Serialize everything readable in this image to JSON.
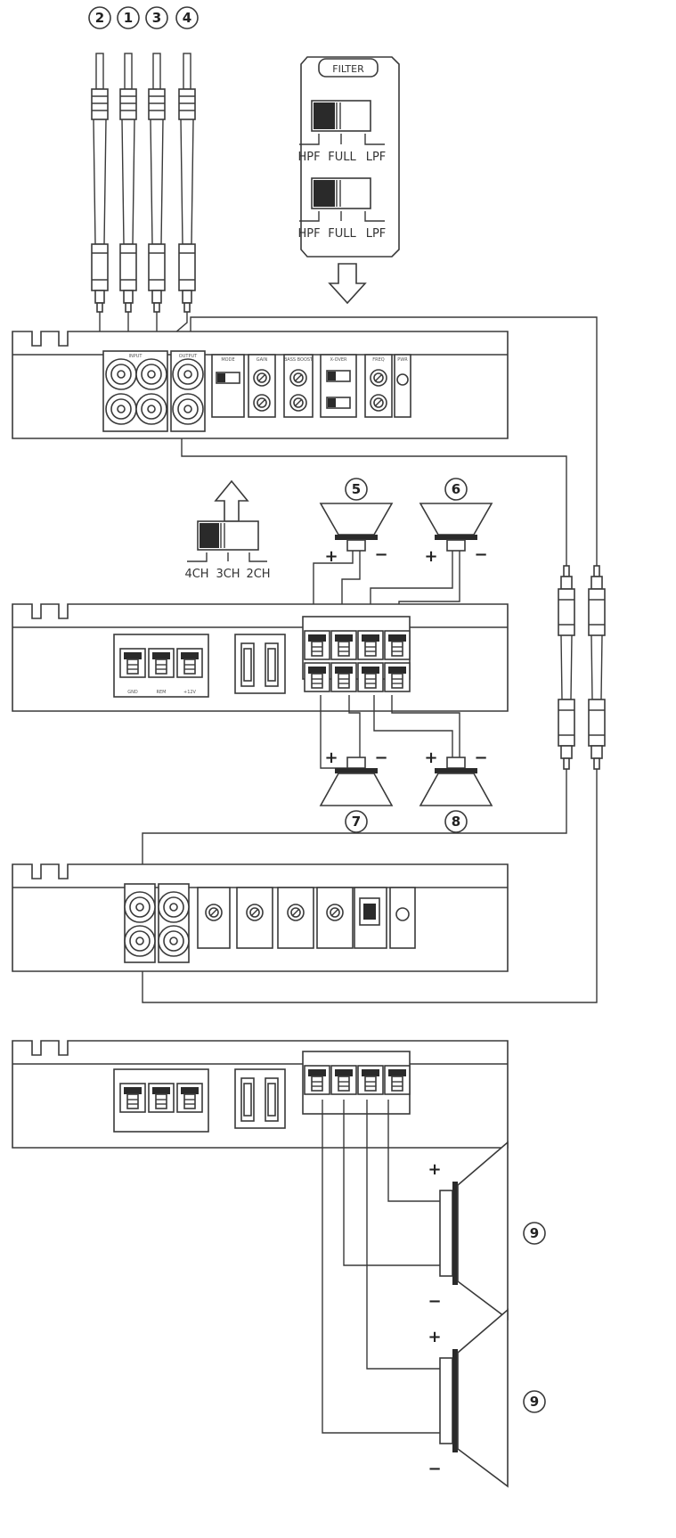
{
  "callouts": [
    "2",
    "1",
    "3",
    "4",
    "5",
    "6",
    "7",
    "8",
    "9",
    "9"
  ],
  "filter_panel": {
    "title": "FILTER",
    "labels": [
      "HPF",
      "FULL",
      "LPF"
    ]
  },
  "channel_switch": {
    "labels": [
      "4CH",
      "3CH",
      "2CH"
    ]
  },
  "polarity": {
    "plus": "+",
    "minus": "−"
  },
  "amp1_controls": [
    "INPUT",
    "OUTPUT",
    "MODE",
    "GAIN",
    "BASS BOOST",
    "X-OVER",
    "FREQ",
    "PWR"
  ],
  "amp2": {
    "power_input": [
      "GND",
      "REM",
      "+12V"
    ]
  }
}
